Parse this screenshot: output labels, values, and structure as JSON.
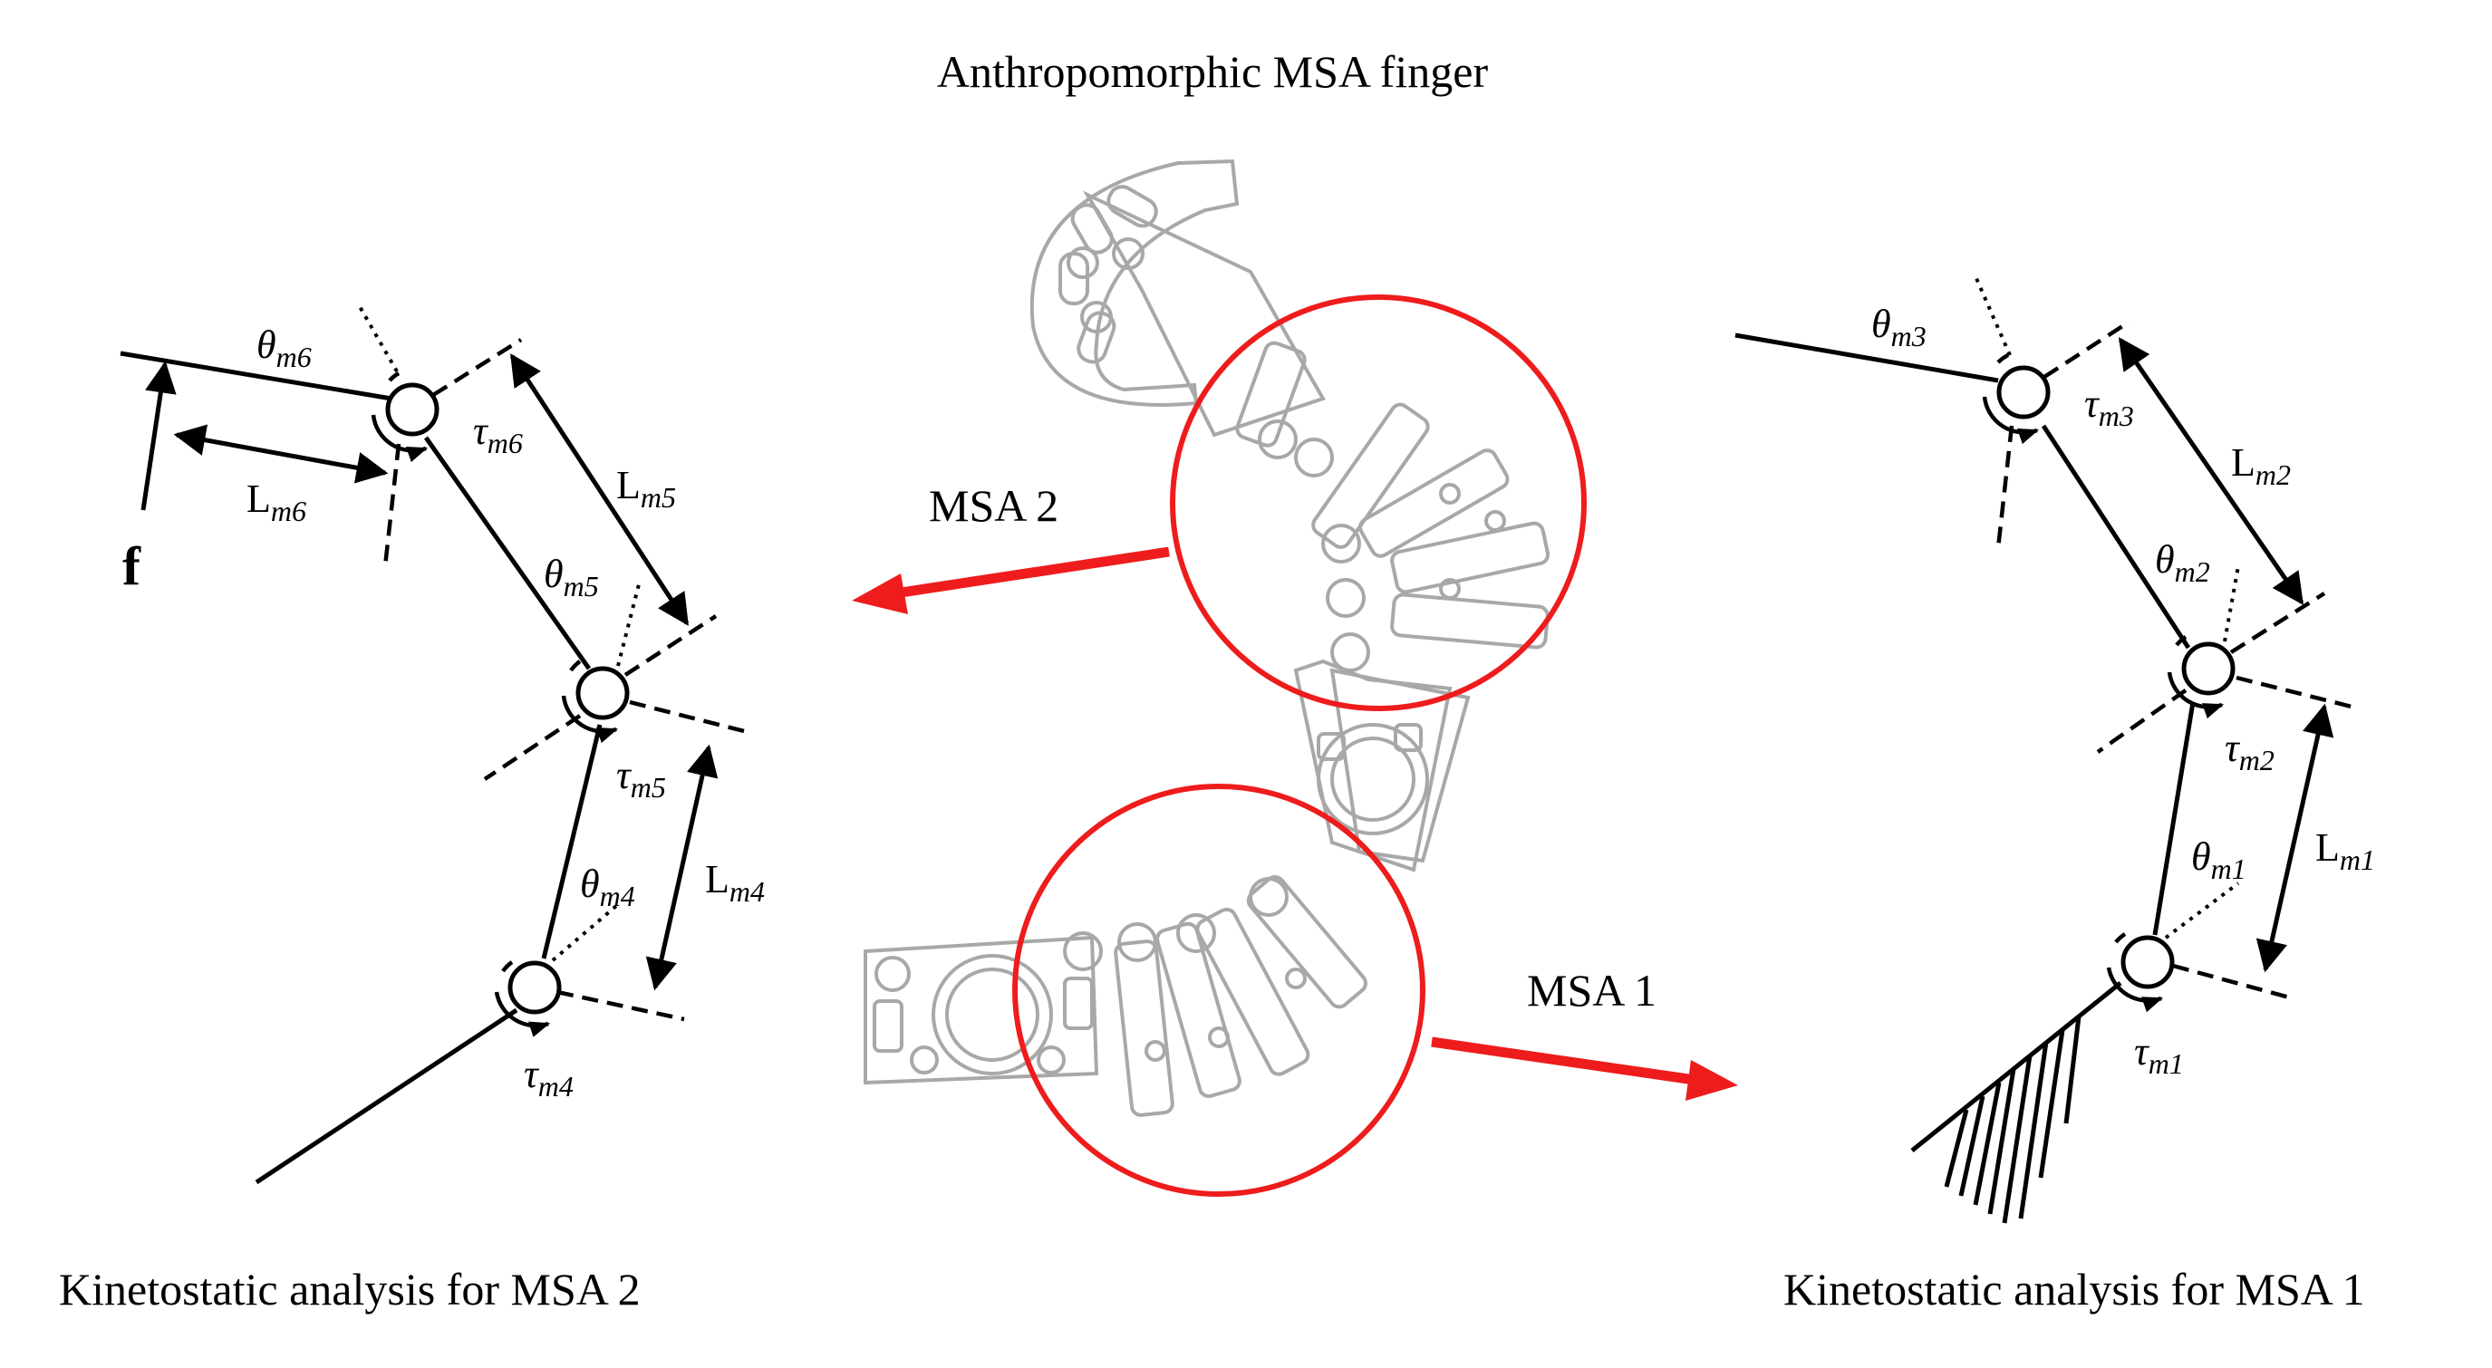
{
  "title": "Anthropomorphic MSA finger",
  "captions": {
    "left": "Kinetostatic analysis for MSA 2",
    "right": "Kinetostatic analysis for MSA 1"
  },
  "arrows": {
    "msa2": "MSA 2",
    "msa1": "MSA 1"
  },
  "left_diagram": {
    "force": "f",
    "angles": [
      {
        "sym": "θ",
        "sub": "m6"
      },
      {
        "sym": "θ",
        "sub": "m5"
      },
      {
        "sym": "θ",
        "sub": "m4"
      }
    ],
    "torques": [
      {
        "sym": "τ",
        "sub": "m6"
      },
      {
        "sym": "τ",
        "sub": "m5"
      },
      {
        "sym": "τ",
        "sub": "m4"
      }
    ],
    "lengths": [
      {
        "sym": "L",
        "sub": "m6"
      },
      {
        "sym": "L",
        "sub": "m5"
      },
      {
        "sym": "L",
        "sub": "m4"
      }
    ]
  },
  "right_diagram": {
    "angles": [
      {
        "sym": "θ",
        "sub": "m3"
      },
      {
        "sym": "θ",
        "sub": "m2"
      },
      {
        "sym": "θ",
        "sub": "m1"
      }
    ],
    "torques": [
      {
        "sym": "τ",
        "sub": "m3"
      },
      {
        "sym": "τ",
        "sub": "m2"
      },
      {
        "sym": "τ",
        "sub": "m1"
      }
    ],
    "lengths": [
      {
        "sym": "L",
        "sub": "m2"
      },
      {
        "sym": "L",
        "sub": "m1"
      }
    ]
  },
  "colors": {
    "highlight": "#ee1c1c",
    "mechanism": "#a8a8a8",
    "ink": "#000000"
  }
}
